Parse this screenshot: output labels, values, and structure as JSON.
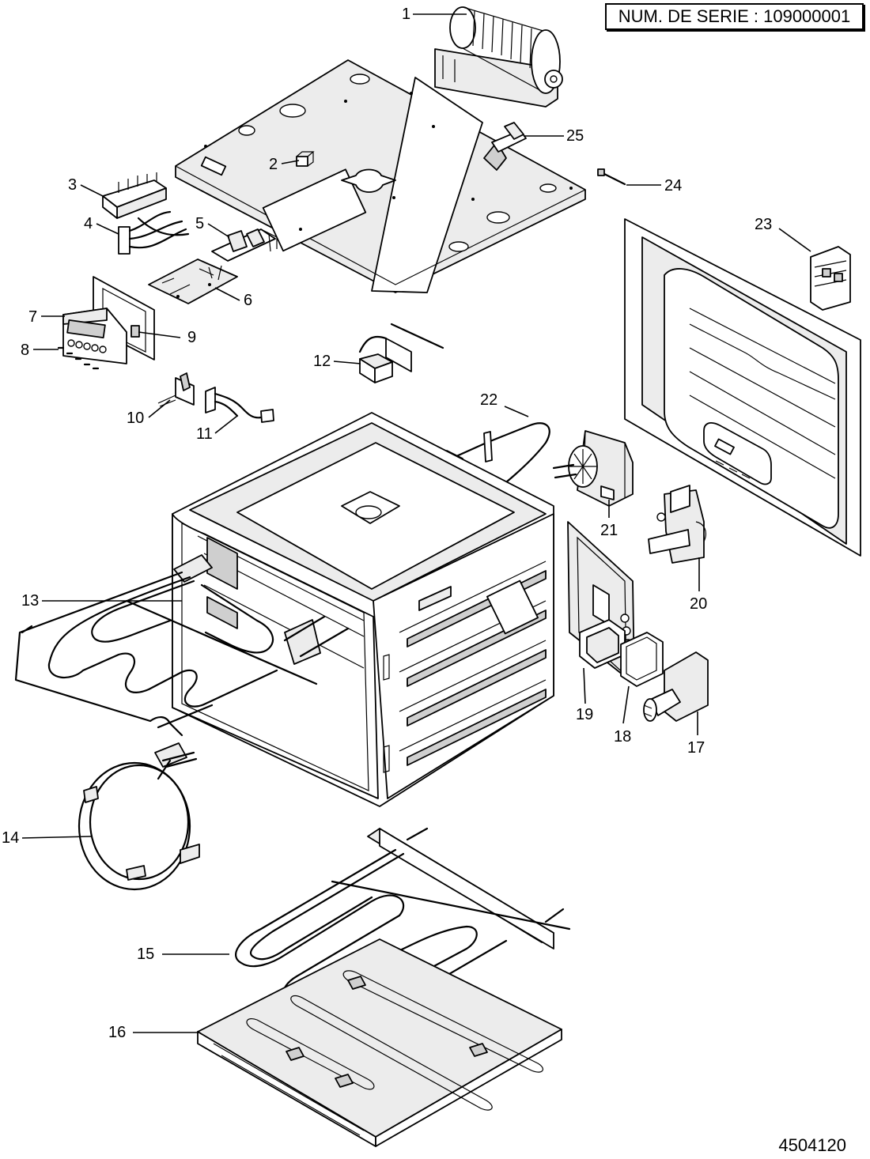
{
  "header": {
    "serial_label": "NUM. DE SERIE : 109000001"
  },
  "footer": {
    "document_number": "4504120"
  },
  "callouts": [
    "1",
    "2",
    "3",
    "4",
    "5",
    "6",
    "7",
    "8",
    "9",
    "10",
    "11",
    "12",
    "13",
    "14",
    "15",
    "16",
    "17",
    "18",
    "19",
    "20",
    "21",
    "22",
    "23",
    "24",
    "25"
  ]
}
